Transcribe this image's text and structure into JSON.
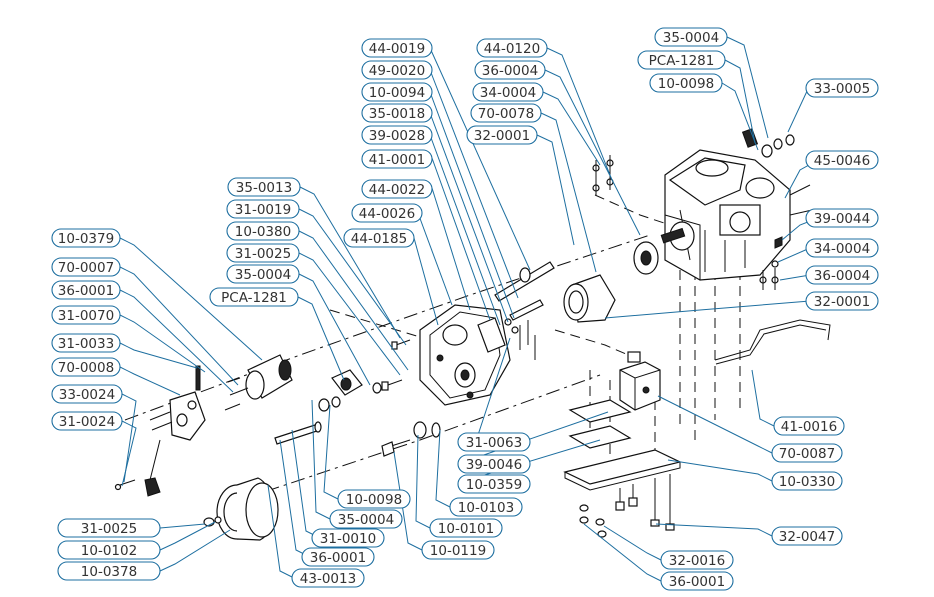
{
  "callouts": [
    {
      "id": "c01",
      "label": "35-0004"
    },
    {
      "id": "c02",
      "label": "PCA-1281"
    },
    {
      "id": "c03",
      "label": "10-0098"
    },
    {
      "id": "c04",
      "label": "33-0005"
    },
    {
      "id": "c05",
      "label": "45-0046"
    },
    {
      "id": "c06",
      "label": "39-0044"
    },
    {
      "id": "c07",
      "label": "34-0004"
    },
    {
      "id": "c08",
      "label": "36-0004"
    },
    {
      "id": "c09",
      "label": "32-0001"
    },
    {
      "id": "c10",
      "label": "44-0019"
    },
    {
      "id": "c11",
      "label": "49-0020"
    },
    {
      "id": "c12",
      "label": "10-0094"
    },
    {
      "id": "c13",
      "label": "35-0018"
    },
    {
      "id": "c14",
      "label": "39-0028"
    },
    {
      "id": "c15",
      "label": "41-0001"
    },
    {
      "id": "c16",
      "label": "44-0022"
    },
    {
      "id": "c17",
      "label": "44-0026"
    },
    {
      "id": "c18",
      "label": "44-0185"
    },
    {
      "id": "c19",
      "label": "44-0120"
    },
    {
      "id": "c20",
      "label": "36-0004"
    },
    {
      "id": "c21",
      "label": "34-0004"
    },
    {
      "id": "c22",
      "label": "70-0078"
    },
    {
      "id": "c23",
      "label": "32-0001"
    },
    {
      "id": "c24",
      "label": "35-0013"
    },
    {
      "id": "c25",
      "label": "31-0019"
    },
    {
      "id": "c26",
      "label": "10-0380"
    },
    {
      "id": "c27",
      "label": "31-0025"
    },
    {
      "id": "c28",
      "label": "35-0004"
    },
    {
      "id": "c29",
      "label": "PCA-1281"
    },
    {
      "id": "c30",
      "label": "10-0379"
    },
    {
      "id": "c31",
      "label": "70-0007"
    },
    {
      "id": "c32",
      "label": "36-0001"
    },
    {
      "id": "c33",
      "label": "31-0070"
    },
    {
      "id": "c34",
      "label": "31-0033"
    },
    {
      "id": "c35",
      "label": "70-0008"
    },
    {
      "id": "c36",
      "label": "33-0024"
    },
    {
      "id": "c37",
      "label": "31-0024"
    },
    {
      "id": "c38",
      "label": "41-0016"
    },
    {
      "id": "c39",
      "label": "70-0087"
    },
    {
      "id": "c40",
      "label": "10-0330"
    },
    {
      "id": "c41",
      "label": "32-0047"
    },
    {
      "id": "c42",
      "label": "32-0016"
    },
    {
      "id": "c43",
      "label": "36-0001"
    },
    {
      "id": "c44",
      "label": "31-0063"
    },
    {
      "id": "c45",
      "label": "39-0046"
    },
    {
      "id": "c46",
      "label": "10-0359"
    },
    {
      "id": "c47",
      "label": "10-0103"
    },
    {
      "id": "c48",
      "label": "10-0101"
    },
    {
      "id": "c49",
      "label": "10-0119"
    },
    {
      "id": "c50",
      "label": "10-0098"
    },
    {
      "id": "c51",
      "label": "35-0004"
    },
    {
      "id": "c52",
      "label": "31-0010"
    },
    {
      "id": "c53",
      "label": "36-0001"
    },
    {
      "id": "c54",
      "label": "43-0013"
    },
    {
      "id": "c55",
      "label": "31-0025"
    },
    {
      "id": "c56",
      "label": "10-0102"
    },
    {
      "id": "c57",
      "label": "10-0378"
    }
  ],
  "colors": {
    "leader": "#1e6fa0",
    "callout_text": "#333333",
    "line_art": "#111111",
    "background": "#ffffff"
  }
}
